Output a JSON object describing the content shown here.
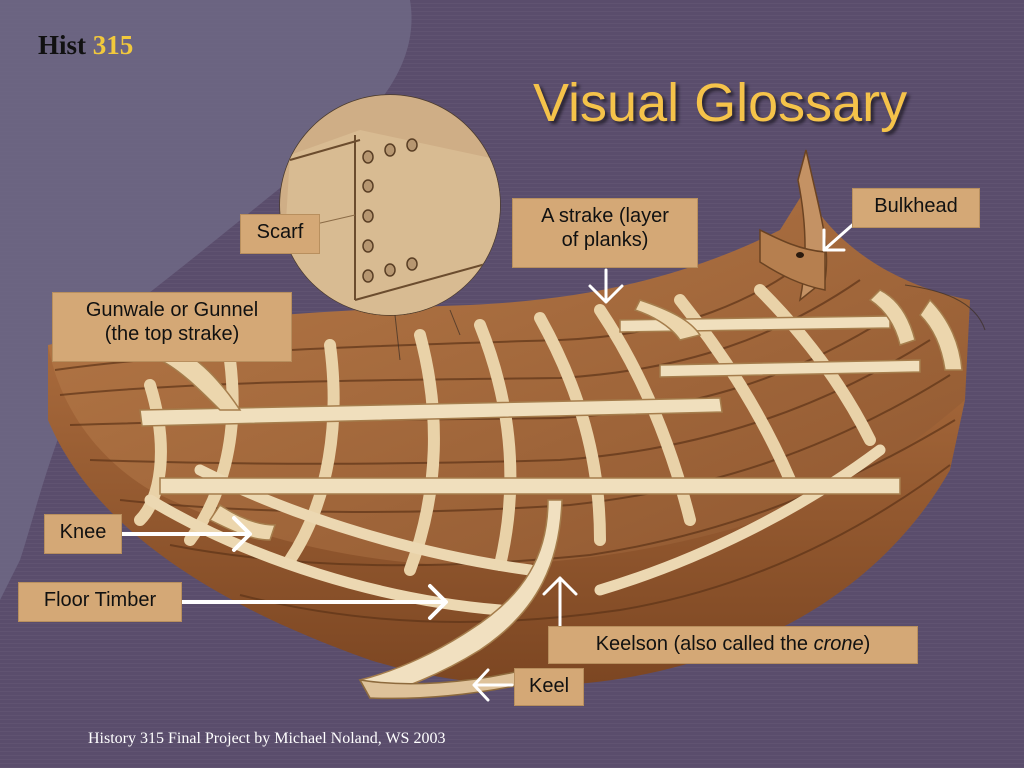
{
  "header": {
    "course_prefix": "Hist",
    "course_number": "315",
    "title": "Visual Glossary"
  },
  "labels": {
    "scarf": "Scarf",
    "strake_line1": "A strake (layer",
    "strake_line2": "of planks)",
    "bulkhead": "Bulkhead",
    "gunwale_line1": "Gunwale or Gunnel",
    "gunwale_line2": "(the top strake)",
    "knee": "Knee",
    "floor_timber": "Floor Timber",
    "keelson_prefix": "Keelson (also called the ",
    "keelson_italic": "crone",
    "keelson_suffix": ")",
    "keel": "Keel"
  },
  "footer": {
    "credit": "History 315 Final Project by Michael Noland, WS 2003"
  },
  "colors": {
    "background": "#5a4d6c",
    "title": "#f5c34a",
    "course_number": "#f2c93c",
    "label_fill": "#d4a876",
    "arrow": "#ffffff"
  }
}
